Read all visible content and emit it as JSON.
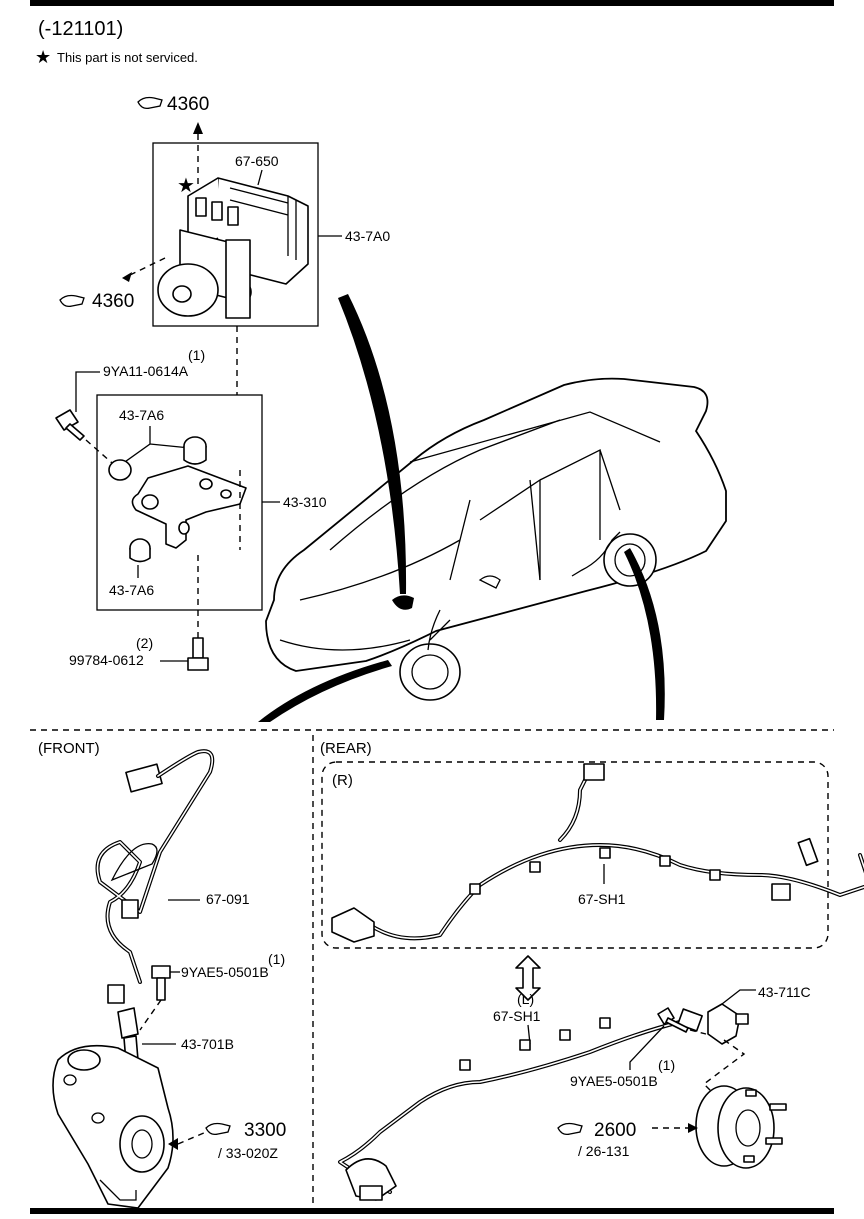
{
  "header": {
    "code": "(-121101)",
    "star": "★",
    "note": "This part is not serviced."
  },
  "sections": {
    "front": "(FRONT)",
    "rear": "(REAR)",
    "right": "(R)",
    "left": "(L)"
  },
  "refs": {
    "r4360_top": "4360",
    "r4360_left": "4360",
    "r3300": "3300",
    "r3300_sub": "/ 33-020Z",
    "r2600": "2600",
    "r2600_sub": "/ 26-131"
  },
  "labels": {
    "p67_650": "67-650",
    "p43_7A0": "43-7A0",
    "p9YA11_qty": "(1)",
    "p9YA11": "9YA11-0614A",
    "p43_7A6_top": "43-7A6",
    "p43_310": "43-310",
    "p43_7A6_bottom": "43-7A6",
    "p99784_qty": "(2)",
    "p99784": "99784-0612",
    "p67_091": "67-091",
    "p9YAE5_f_qty": "(1)",
    "p9YAE5_f": "9YAE5-0501B",
    "p43_701B": "43-701B",
    "p67_SH1_r": "67-SH1",
    "p67_SH1_l": "67-SH1",
    "p43_711C": "43-711C",
    "p9YAE5_r_qty": "(1)",
    "p9YAE5_r": "9YAE5-0501B"
  },
  "colors": {
    "line": "#000000",
    "background": "#ffffff"
  }
}
